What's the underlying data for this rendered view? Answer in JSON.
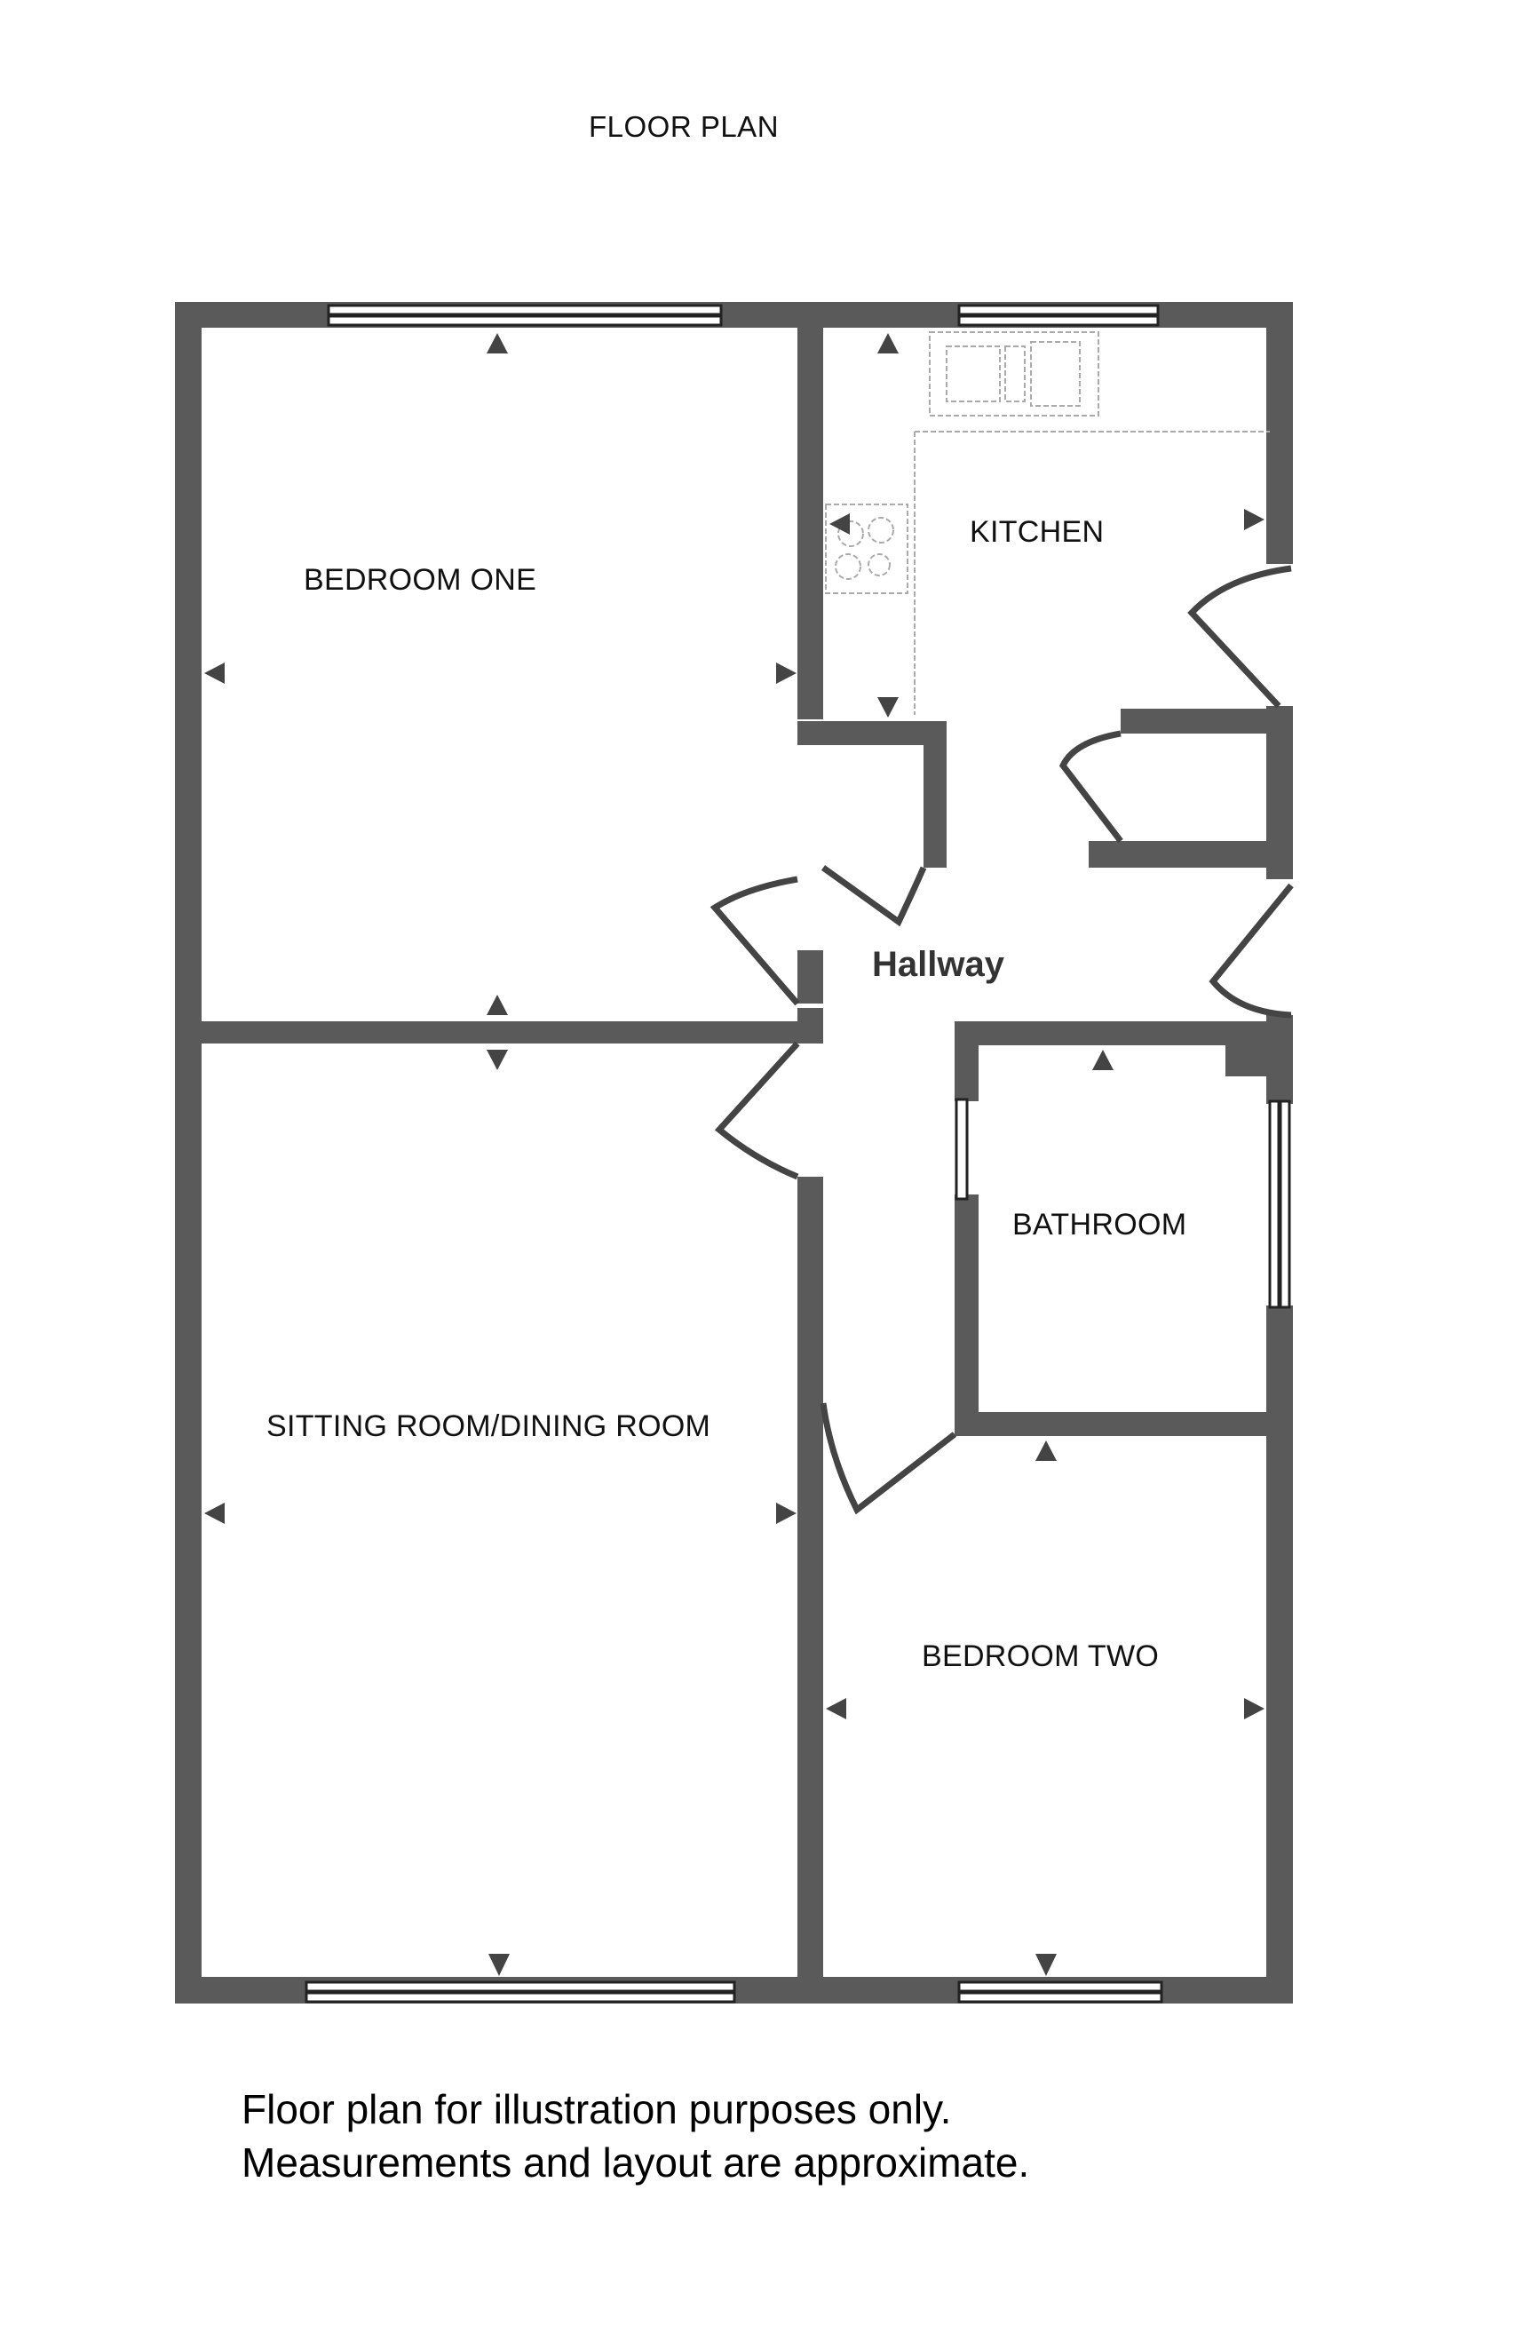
{
  "header": {
    "title": "FLOOR PLAN"
  },
  "rooms": {
    "bedroom_one": "BEDROOM ONE",
    "kitchen": "KITCHEN",
    "hallway": "Hallway",
    "bathroom": "BATHROOM",
    "sitting_dining": "SITTING ROOM/DINING ROOM",
    "bedroom_two": "BEDROOM TWO"
  },
  "fixtures": [
    "sink",
    "hob"
  ],
  "colors": {
    "wall": "#5a5a5a",
    "text": "#111111",
    "hallway_text": "#333333",
    "background": "#ffffff"
  },
  "footer": {
    "line1": "Floor plan for illustration purposes only.",
    "line2": "Measurements and layout are approximate."
  }
}
